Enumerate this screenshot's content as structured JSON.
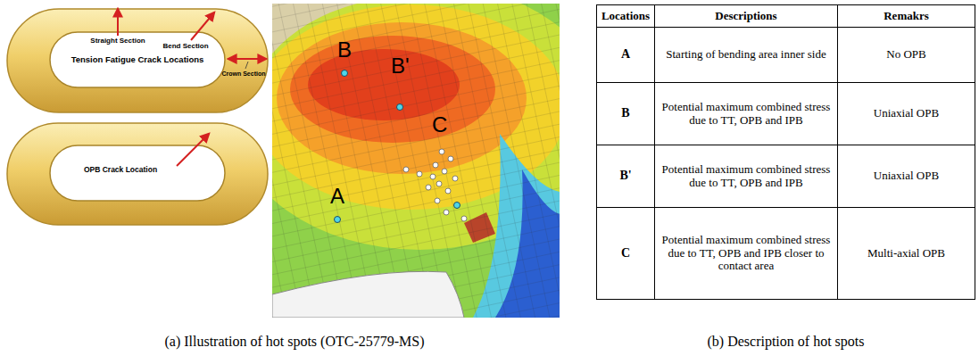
{
  "diagram": {
    "labels": [
      "Straight Section",
      "Bend Section",
      "Tension Fatigue Crack Locations",
      "Crown Section",
      "OPB Crack Location",
      "B",
      "B'",
      "C",
      "A",
      "(a) Illustration of hot spots (OTC-25779-MS)",
      "Locations",
      "Descriptions",
      "Remakrs",
      "A",
      "Starting of bending area inner side",
      "No OPB",
      "B",
      "Potential maximum combined stress due to TT, OPB and IPB",
      "Uniaxial OPB",
      "B'",
      "Potential maximum combined stress due to TT, OPB and IPB",
      "Uniaxial OPB",
      "C",
      "Potential maximum combined stress due to TT, OPB and IPB closer to contact area",
      "Multi-axial OPB",
      "(b) Description of hot spots"
    ]
  }
}
